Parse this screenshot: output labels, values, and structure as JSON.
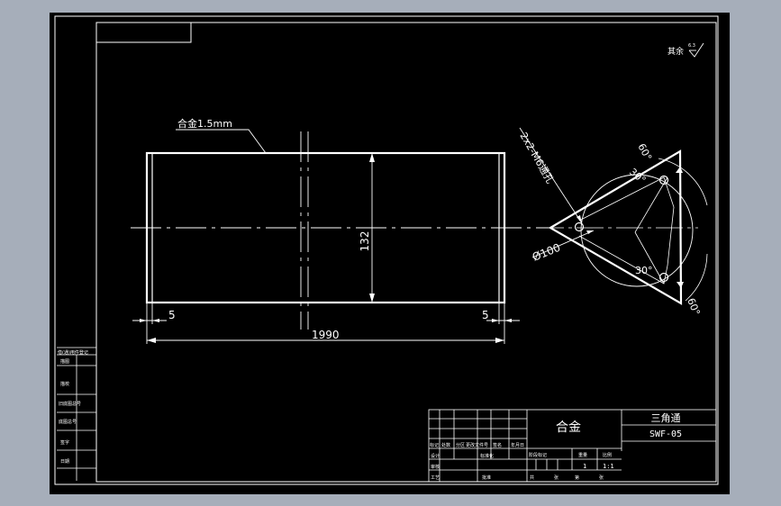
{
  "drawing": {
    "roughness_note": "其余",
    "roughness_value": "6.3",
    "material_callout": "合金1.5mm",
    "dim_height": "132",
    "dim_left_gap": "5",
    "dim_right_gap": "5",
    "dim_length": "1990",
    "hole_note": "2x2-M6通孔",
    "dim_diameter": "Ø100",
    "angle_top": "60°",
    "angle_bottom": "60°",
    "angle_inner_top": "30°",
    "angle_inner_bottom": "30°"
  },
  "title_block": {
    "material": "合金",
    "part_name": "三角通",
    "drawing_no": "SWF-05",
    "rev_headers": [
      "标记",
      "处数",
      "分区",
      "更改文件号",
      "签名",
      "年月日"
    ],
    "roles": [
      "设计",
      "审核",
      "工艺"
    ],
    "std_labels": [
      "标准化",
      "批准"
    ],
    "stage_headers": [
      "阶段标记",
      "重量",
      "比例"
    ],
    "qty": "1",
    "scale": "1:1",
    "sheet_labels": [
      "共",
      "张",
      "第",
      "张"
    ]
  },
  "side_table": {
    "rows": [
      "借(通)用件登记",
      "描图",
      "描校",
      "旧底图总号",
      "底图总号",
      "签字",
      "日期"
    ]
  }
}
